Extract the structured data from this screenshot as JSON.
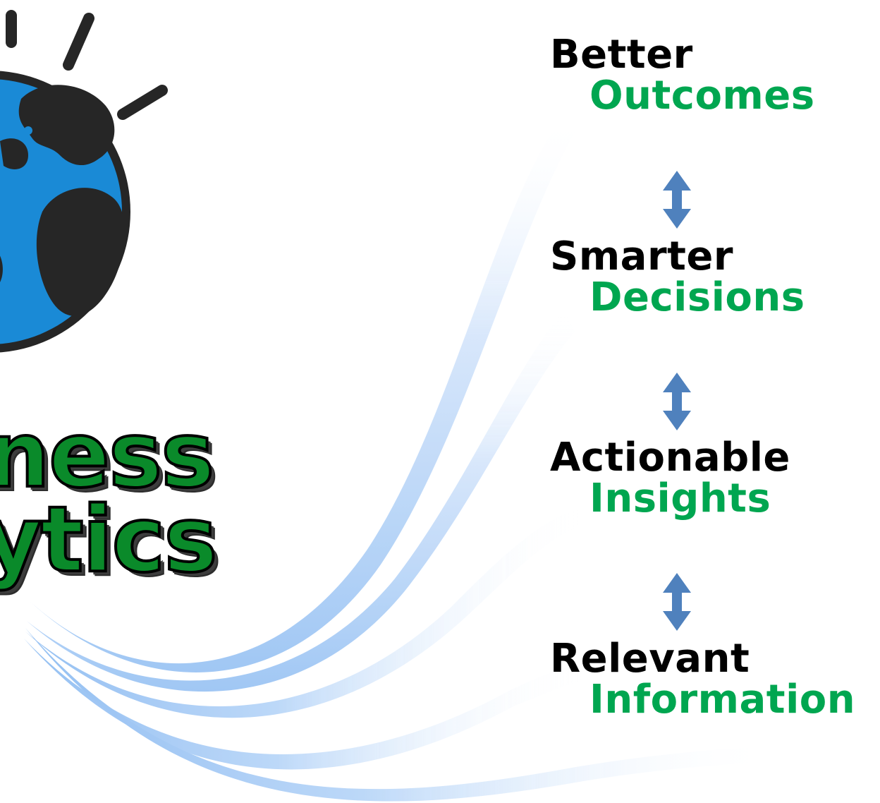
{
  "hero": {
    "line1": "ness",
    "line2": "ytics"
  },
  "steps": [
    {
      "word1": "Better",
      "word2": "Outcomes"
    },
    {
      "word1": "Smarter",
      "word2": "Decisions"
    },
    {
      "word1": "Actionable",
      "word2": "Insights"
    },
    {
      "word1": "Relevant",
      "word2": "Information"
    }
  ],
  "colors": {
    "globe_ocean": "#1a8ad6",
    "globe_land": "#262626",
    "hero_text": "#0a8a2a",
    "step_green": "#00a650",
    "arrow_blue": "#4f81bd",
    "swoosh_blue": "#9fc6f5"
  },
  "icons": [
    "globe-icon",
    "double-arrow-icon"
  ]
}
